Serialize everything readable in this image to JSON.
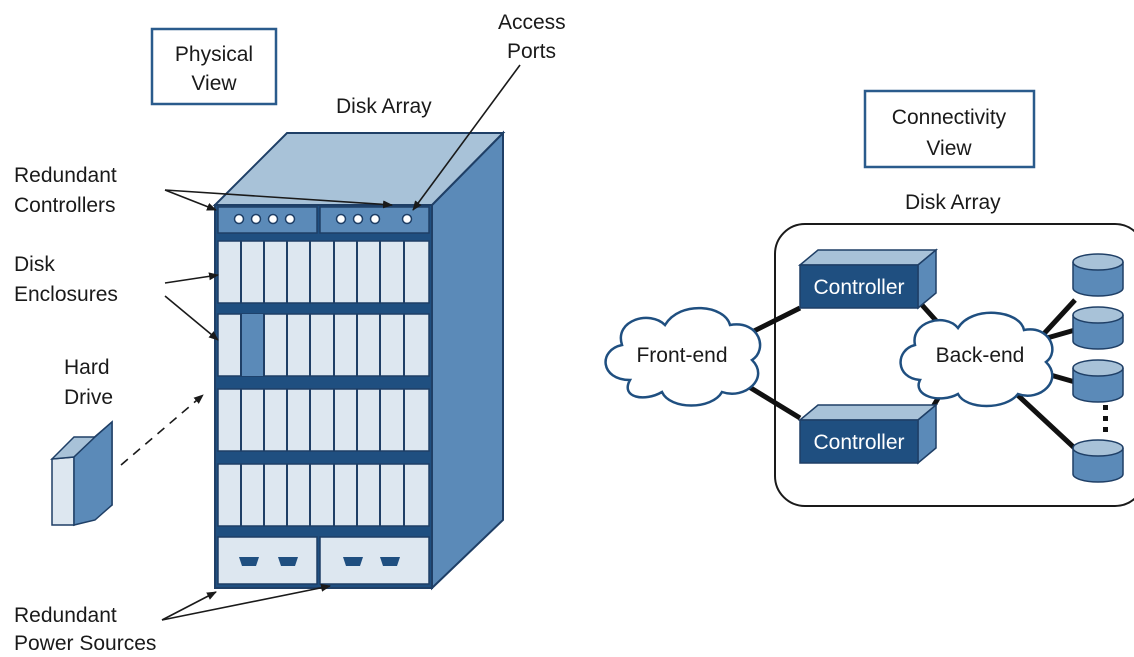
{
  "physical": {
    "view_title_line1": "Physical",
    "view_title_line2": "View",
    "disk_array": "Disk Array",
    "access_ports_line1": "Access",
    "access_ports_line2": "Ports",
    "redundant_controllers_line1": "Redundant",
    "redundant_controllers_line2": "Controllers",
    "disk_enclosures_line1": "Disk",
    "disk_enclosures_line2": "Enclosures",
    "hard_drive_line1": "Hard",
    "hard_drive_line2": "Drive",
    "power_sources_line1": "Redundant",
    "power_sources_line2": "Power Sources"
  },
  "connectivity": {
    "view_title_line1": "Connectivity",
    "view_title_line2": "View",
    "disk_array": "Disk Array",
    "front_end": "Front-end",
    "back_end": "Back-end",
    "controller_top": "Controller",
    "controller_bottom": "Controller"
  },
  "colors": {
    "dark_blue": "#1f4f80",
    "mid_blue": "#5b8ab8",
    "light_blue": "#a8c2d8",
    "pale": "#dde7f0",
    "border": "#2a5b8c"
  }
}
